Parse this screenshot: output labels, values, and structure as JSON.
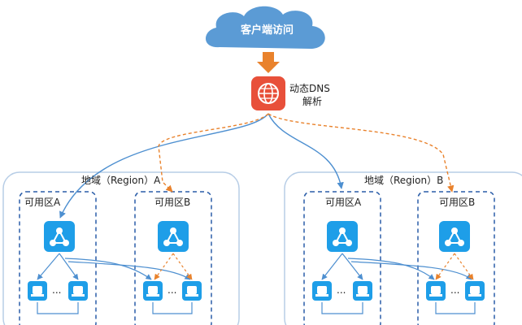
{
  "client": {
    "label": "客户端访问"
  },
  "dns": {
    "label_line1": "动态DNS",
    "label_line2": "解析"
  },
  "regions": [
    {
      "title": "地域（Region）A",
      "zones": [
        {
          "label": "可用区A",
          "ellipsis": "..."
        },
        {
          "label": "可用区B",
          "ellipsis": "..."
        }
      ]
    },
    {
      "title": "地域（Region）B",
      "zones": [
        {
          "label": "可用区A",
          "ellipsis": "..."
        },
        {
          "label": "可用区B",
          "ellipsis": "..."
        }
      ]
    }
  ],
  "colors": {
    "cloud": "#5b9bd5",
    "arrow_orange": "#e9822c",
    "dns_red": "#e8503a",
    "lb_blue": "#1e9ee8",
    "line_blue": "#4d8fd0",
    "zone_dash": "#2a5da8",
    "region_border": "#b7cde6"
  },
  "icons": [
    "cloud-shape",
    "globe-icon",
    "load-balancer-icon",
    "server-icon"
  ]
}
